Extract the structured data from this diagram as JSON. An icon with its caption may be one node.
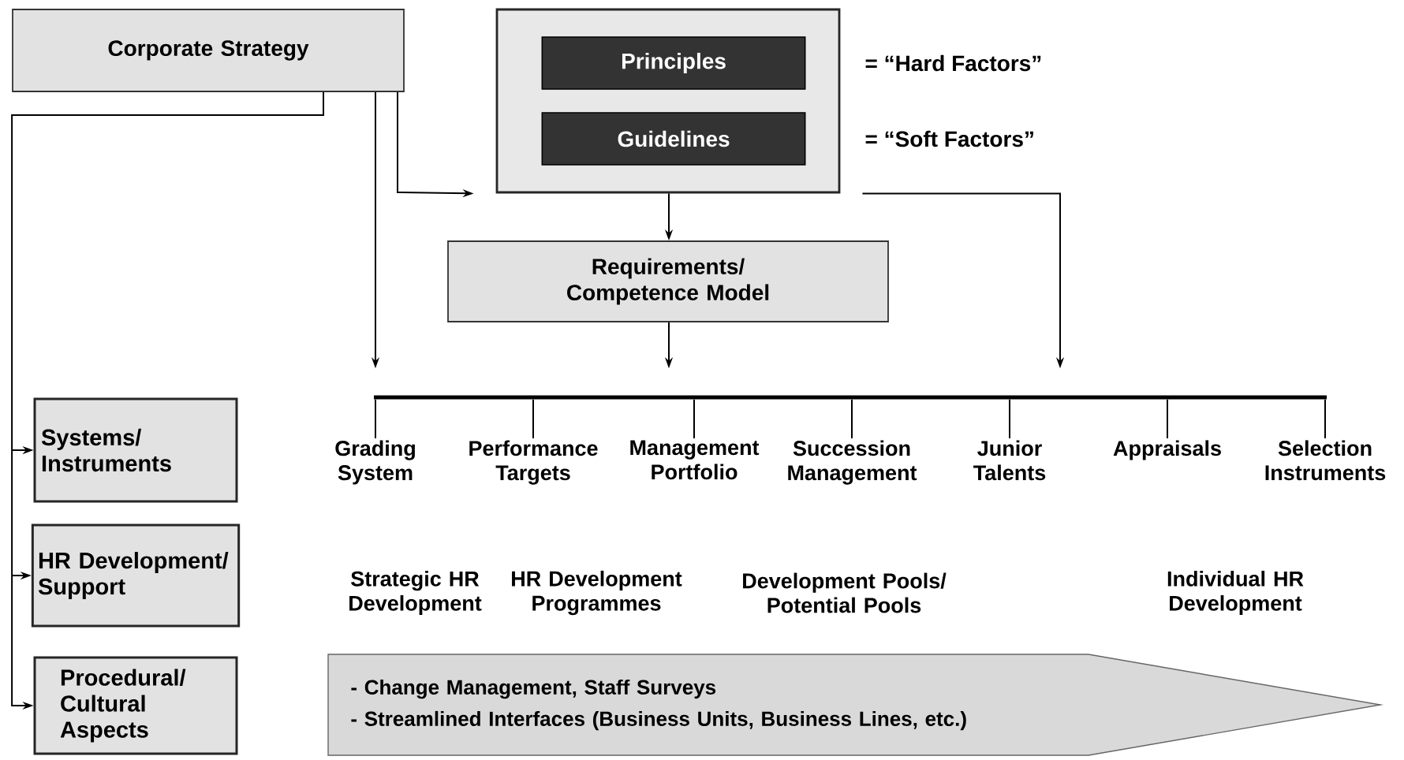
{
  "diagram": {
    "nodes": [
      {
        "text": [
          "Corporate Strategy"
        ]
      },
      {
        "text": [],
        "shape": "box"
      },
      {
        "text": [
          "Principles"
        ],
        "in": 1,
        "beside": [
          "= “Hard Factors”"
        ]
      },
      {
        "text": [
          "Guidelines"
        ],
        "in": 1,
        "beside": [
          "= “Soft Factors”"
        ]
      },
      {
        "text": [
          "Requirements/ Competence Model"
        ]
      },
      {
        "text": [
          "Systems/ Instruments"
        ]
      },
      {
        "text": [
          "HR Development/ Support"
        ]
      },
      {
        "text": [
          "Procedural/ Cultural Aspects"
        ]
      },
      {
        "text": [
          "- Change Management, Staff Surveys",
          "- Streamlined Interfaces (Business Units, Business Lines, etc.)"
        ]
      },
      {
        "text": [],
        "shape": "bar"
      },
      {
        "text": [
          "Grading System"
        ]
      },
      {
        "text": [
          "Performance Targets"
        ]
      },
      {
        "text": [
          "Management Portfolio"
        ]
      },
      {
        "text": [
          "Succession Management"
        ]
      },
      {
        "text": [
          "Junior Talents"
        ]
      },
      {
        "text": [
          "Appraisals"
        ]
      },
      {
        "text": [
          "Selection Instruments"
        ]
      }
    ],
    "edges": [
      {
        "from": 0,
        "to": 1,
        "arrow": "to"
      },
      {
        "from": 0,
        "to": 9,
        "arrow": "to"
      },
      {
        "from": 0,
        "to": 5,
        "arrow": "to"
      },
      {
        "from": 0,
        "to": 6,
        "arrow": "to"
      },
      {
        "from": 0,
        "to": 7,
        "arrow": "to"
      },
      {
        "from": 1,
        "to": 4,
        "arrow": "to"
      },
      {
        "from": 1,
        "to": 9,
        "arrow": "to"
      },
      {
        "from": 4,
        "to": 9,
        "arrow": "to"
      },
      {
        "from": 9,
        "to": 10,
        "arrow": "none"
      },
      {
        "from": 9,
        "to": 11,
        "arrow": "none"
      },
      {
        "from": 9,
        "to": 12,
        "arrow": "none"
      },
      {
        "from": 9,
        "to": 13,
        "arrow": "none"
      },
      {
        "from": 9,
        "to": 14,
        "arrow": "none"
      },
      {
        "from": 9,
        "to": 15,
        "arrow": "none"
      },
      {
        "from": 9,
        "to": 16,
        "arrow": "none"
      }
    ],
    "labels": [
      "Strategic HR Development",
      "HR Development Programmes",
      "Development Pools/ Potential Pools",
      "Individual HR Development"
    ]
  }
}
